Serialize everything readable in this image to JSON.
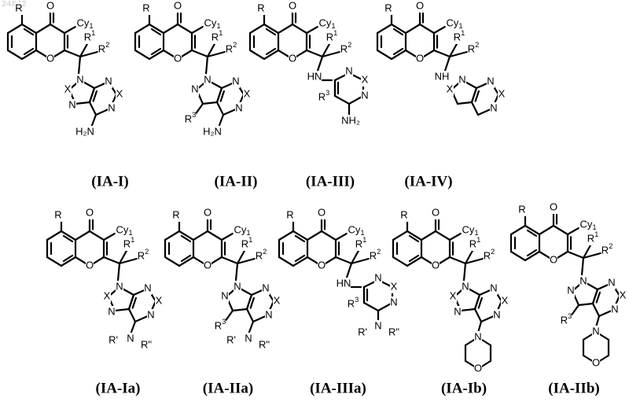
{
  "watermark": "24842",
  "compounds": [
    {
      "id": "IA-I",
      "label": "(IA-I)",
      "linker": "direct",
      "core": "imidazo",
      "sub": "NH2",
      "r3": false
    },
    {
      "id": "IA-II",
      "label": "(IA-II)",
      "linker": "direct",
      "core": "pyrazolo",
      "sub": "NH2",
      "r3": true
    },
    {
      "id": "IA-III",
      "label": "(IA-III)",
      "linker": "NH",
      "core": "pyrimidine",
      "sub": "NH2",
      "r3": true
    },
    {
      "id": "IA-IV",
      "label": "(IA-IV)",
      "linker": "NH-up",
      "core": "purine",
      "sub": "none",
      "r3": false
    },
    {
      "id": "IA-Ia",
      "label": "(IA-Ia)",
      "linker": "direct",
      "core": "imidazo",
      "sub": "NR'R''",
      "r3": false
    },
    {
      "id": "IA-IIa",
      "label": "(IA-IIa)",
      "linker": "direct",
      "core": "pyrazolo",
      "sub": "NR'R''",
      "r3": true
    },
    {
      "id": "IA-IIIa",
      "label": "(IA-IIIa)",
      "linker": "NH",
      "core": "pyrimidine",
      "sub": "NR'R''",
      "r3": true
    },
    {
      "id": "IA-Ib",
      "label": "(IA-Ib)",
      "linker": "direct",
      "core": "imidazo",
      "sub": "morpholine",
      "r3": false
    },
    {
      "id": "IA-IIb",
      "label": "(IA-IIb)",
      "linker": "direct",
      "core": "pyrazolo",
      "sub": "morpholine",
      "r3": true
    }
  ],
  "atom_labels": {
    "R": "R",
    "O": "O",
    "Cy1": "Cy",
    "Cy1_sub": "1",
    "R1": "R",
    "R1_sup": "1",
    "R2": "R",
    "R2_sup": "2",
    "R3": "R",
    "R3_sup": "3",
    "N": "N",
    "X": "X",
    "NH": "NH",
    "HN": "HN",
    "HN_ring": "HN",
    "NH2": "H₂N",
    "NH2_right": "NH₂",
    "Rp": "R'",
    "Rpp": "R\""
  }
}
